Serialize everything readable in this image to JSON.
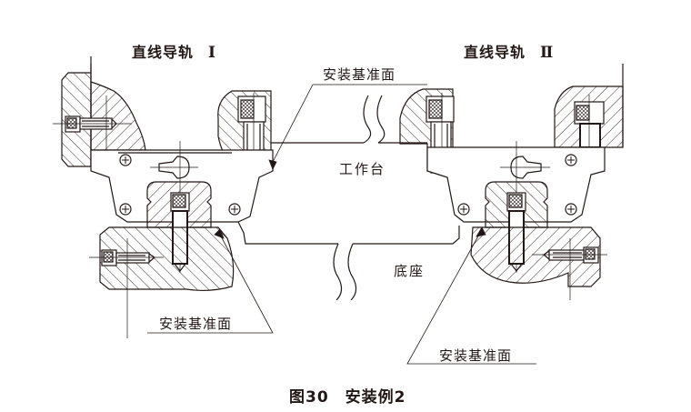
{
  "figure": {
    "caption": "图30　安装例2",
    "rails": [
      {
        "label": "直线导轨",
        "numeral": "Ⅰ"
      },
      {
        "label": "直线导轨",
        "numeral": "Ⅱ"
      }
    ],
    "parts": {
      "table": "工作台",
      "base": "底座"
    },
    "callouts": [
      {
        "text": "安装基准面"
      },
      {
        "text": "安装基准面"
      },
      {
        "text": "安装基准面"
      }
    ],
    "colors": {
      "line": "#231815",
      "background": "#ffffff"
    }
  }
}
